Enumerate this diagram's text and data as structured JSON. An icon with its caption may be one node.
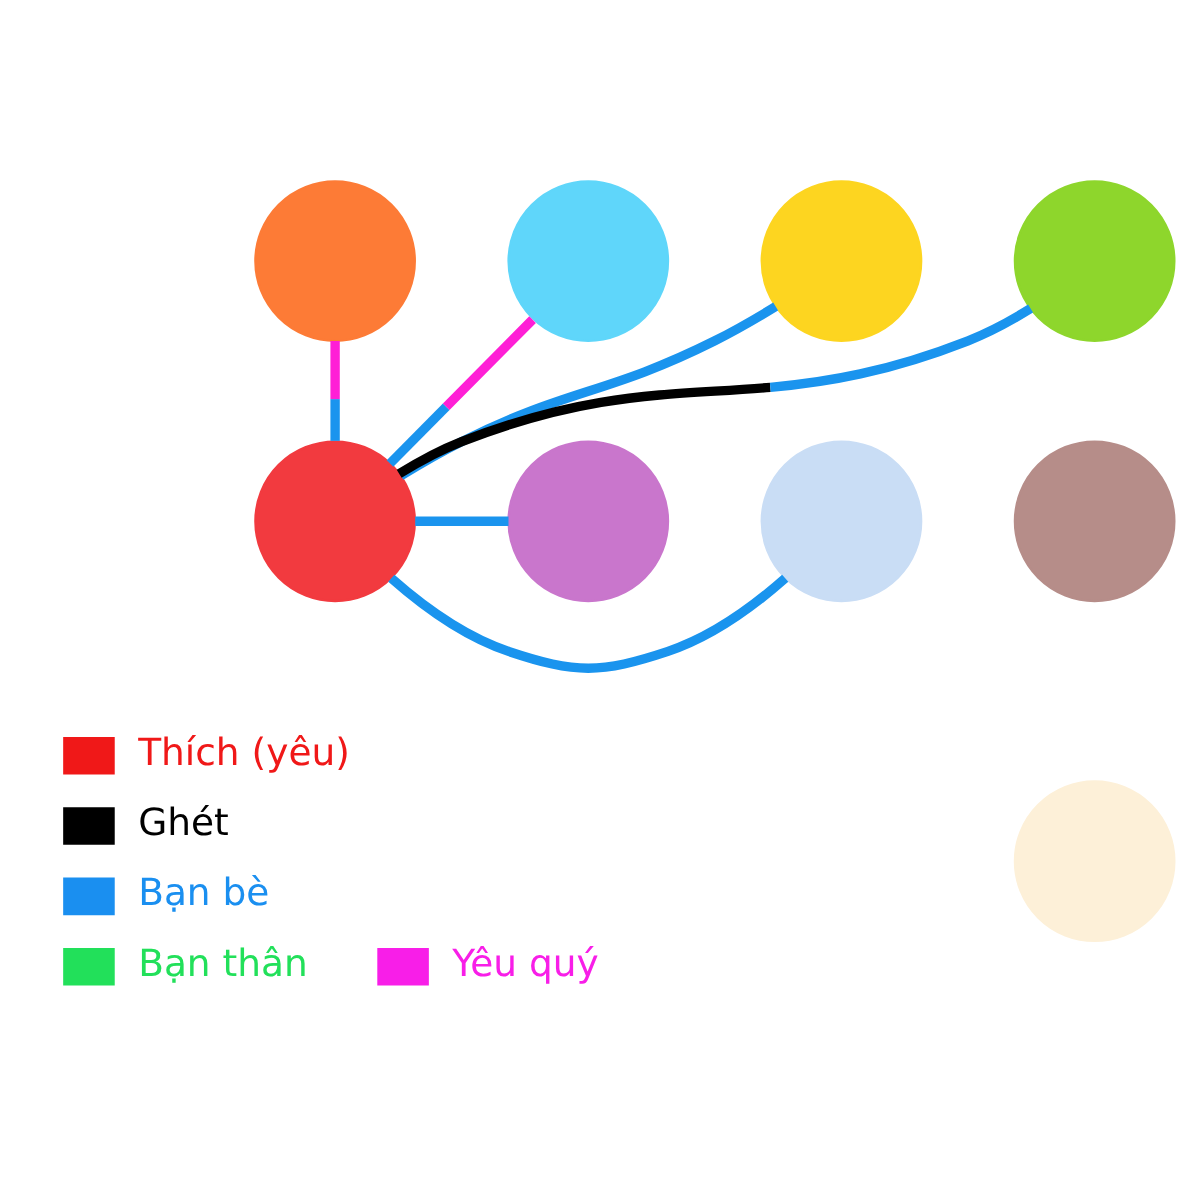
{
  "diagram": {
    "nodes": [
      {
        "text": [],
        "shape": "circle"
      },
      {
        "text": [],
        "shape": "circle"
      },
      {
        "text": [],
        "shape": "circle"
      },
      {
        "text": [],
        "shape": "circle"
      },
      {
        "text": [],
        "shape": "circle"
      },
      {
        "text": [],
        "shape": "circle"
      },
      {
        "text": [],
        "shape": "circle"
      },
      {
        "text": [],
        "shape": "circle"
      },
      {
        "text": [],
        "shape": "circle"
      }
    ],
    "edges": [
      {
        "from": 4,
        "to": 0,
        "arrow": "none",
        "color": "#ff1fd6"
      },
      {
        "from": 4,
        "to": 1,
        "arrow": "none",
        "color": "#ff1fd6"
      },
      {
        "from": 4,
        "to": 2,
        "arrow": "none"
      },
      {
        "from": 4,
        "to": 3,
        "arrow": "none",
        "color": "#000000"
      },
      {
        "from": 4,
        "to": 5,
        "arrow": "none"
      },
      {
        "from": 4,
        "to": 6,
        "arrow": "none"
      }
    ],
    "legend": [
      {
        "text": "Thích (yêu)",
        "color": "#f01818"
      },
      {
        "text": "Ghét",
        "color": "#000000"
      },
      {
        "text": "Bạn bè",
        "color": "#1a8ff0"
      },
      {
        "text": "Bạn thân",
        "color": "#22e05a"
      },
      {
        "text": "Yêu quý",
        "color": "#f81ee8"
      }
    ]
  }
}
